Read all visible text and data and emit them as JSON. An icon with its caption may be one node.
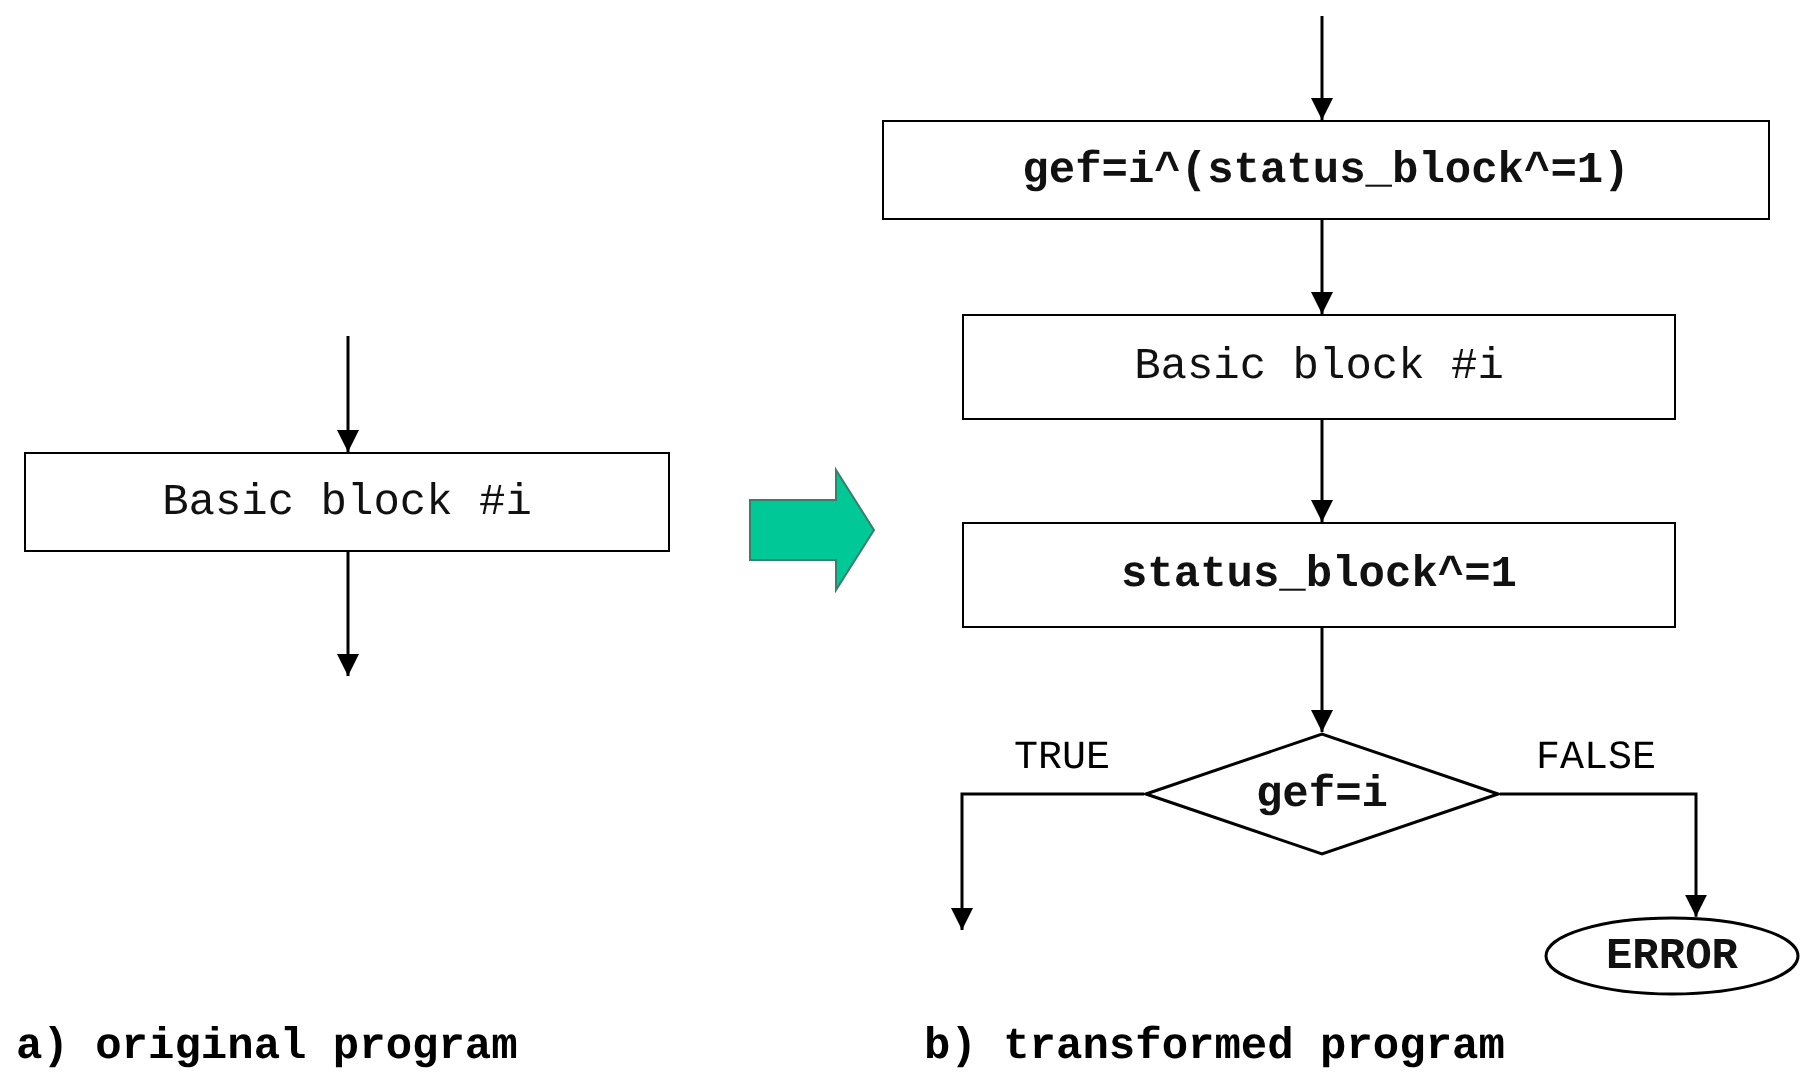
{
  "diagram": {
    "nodes": [
      {
        "text": [
          "Basic block #i"
        ]
      },
      {
        "text": [
          "gef=i^(status_block^=1)"
        ]
      },
      {
        "text": [
          "Basic block #i"
        ]
      },
      {
        "text": [
          "status_block^=1"
        ]
      },
      {
        "text": [
          "gef=i"
        ]
      },
      {
        "text": [
          "ERROR"
        ]
      }
    ],
    "edges": [
      {
        "from": null,
        "to": 0,
        "arrow": "to"
      },
      {
        "from": 0,
        "to": null,
        "arrow": "to"
      },
      {
        "from": null,
        "to": 1,
        "arrow": "to"
      },
      {
        "from": 1,
        "to": 2,
        "arrow": "to"
      },
      {
        "from": 2,
        "to": 3,
        "arrow": "to"
      },
      {
        "from": 3,
        "to": 4,
        "arrow": "to"
      },
      {
        "from": 4,
        "to": null,
        "label": "TRUE",
        "arrow": "to"
      },
      {
        "from": 4,
        "to": 5,
        "label": "FALSE",
        "arrow": "to"
      }
    ],
    "labels": [
      "a) original program",
      "b) transformed program"
    ]
  }
}
